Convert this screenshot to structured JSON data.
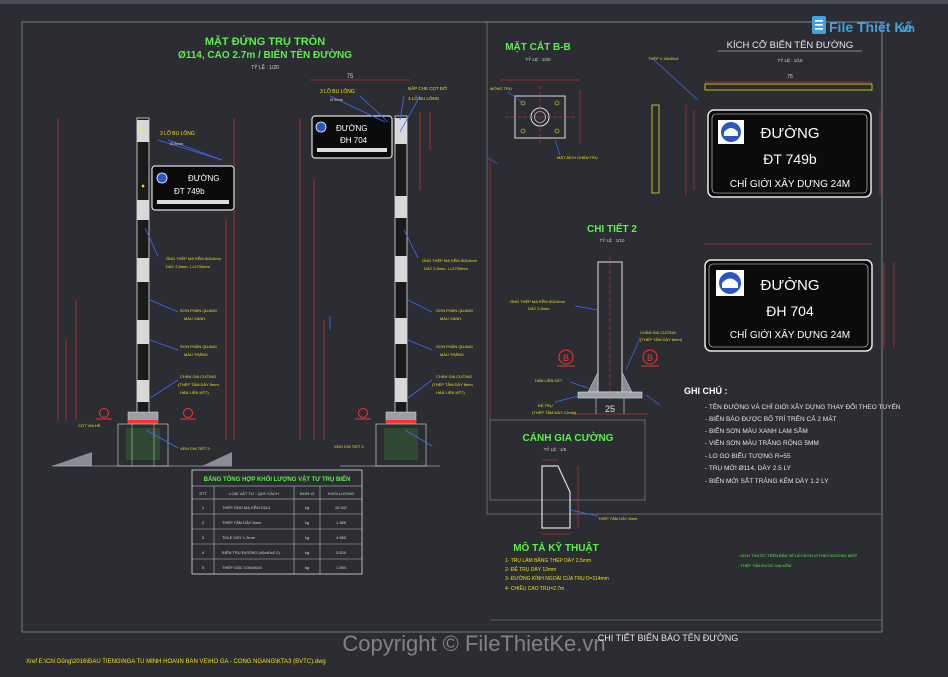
{
  "logo": {
    "brand": "File Thiết Kế",
    "domain": ".vn"
  },
  "watermark": "Copyright © FileThietKe.vn",
  "elevation": {
    "title_line1": "MẶT ĐỨNG TRỤ TRÒN",
    "title_line2": "Ø114, CAO 2.7m / BIỂN TÊN ĐƯỜNG",
    "scale": "TỶ LỆ : 1/20",
    "bolt_note": "3 LỖ BU LÔNG",
    "bolt_sub": "Ø 8mm",
    "cap_note": "NẮP CHE CỌT ĐỠ",
    "pipe_note": "ỐNG THÉP MẠ KẼM Ø114mm",
    "pipe_sub": "DÀY 2,5mm, L=2700mm",
    "paint_blue": "SƠN PHẢN QUANG",
    "paint_blue_sub": "MÀU XANH",
    "paint_white": "SƠN PHẢN QUANG",
    "paint_white_sub": "MÀU TRẮNG",
    "stiffener": "CHÂN GIA CƯỜNG",
    "stiffener_sub1": "(THÉP TẤM DÀY 6mm",
    "stiffener_sub2": "HÀN LIÊN KẾT)",
    "detail_ref": "XEM CHI TIẾT 3",
    "sidewalk": "CỐT VỈA HÈ",
    "dim_top": "75"
  },
  "sign_small_1": {
    "road": "ĐƯỜNG",
    "name": "ĐT 749b"
  },
  "sign_small_2": {
    "road": "ĐƯỜNG",
    "name": "ĐH 704"
  },
  "section_bb": {
    "title": "MẶT CẮT B-B",
    "scale": "TỶ LỆ : 1/20",
    "label_pipe": "MÓNG TRỤ",
    "label_plate": "MẶT BÍCH CHÂN TRỤ"
  },
  "detail_2": {
    "title": "CHI TIẾT 2",
    "scale": "TỶ LỆ : 1/10",
    "pipe_note": "ỐNG THÉP MẠ KẼM Ø114mm",
    "pipe_sub": "DÀY 2,5mm",
    "stiff_note": "CHÂN GIA CƯỜNG",
    "stiff_sub": "(THÉP TẤM DÀY 6mm)",
    "weld": "HÀN LIÊN KẾT",
    "plate": "ĐẾ TRỤ",
    "plate_sub": "(THÉP TẤM DÀY 12mm)",
    "marker": "B",
    "dim": "25"
  },
  "stiffener_detail": {
    "title": "CÁNH GIA CƯỜNG",
    "scale": "TỶ LỆ : 1/5",
    "label": "THÉP TẤM DÀY 6mm"
  },
  "tech_desc": {
    "title": "MÔ TẢ KỸ THUẬT",
    "items": [
      "1- TRỤ LÀM BẰNG THÉP DÀY 2.5mm",
      "2- ĐẾ TRỤ DÀY 12mm",
      "3- ĐƯỜNG KÍNH NGOÀI CỦA TRỤ D=114mm",
      "4- CHIỀU CAO TRỤ=2.7m"
    ]
  },
  "sign_sizes": {
    "title": "KÍCH CỠ BIỂN TÊN ĐƯỜNG",
    "scale": "TỶ LỆ : 1/10",
    "top_note": "THÉP V 40x40x4",
    "width_dim": "75"
  },
  "sign_large_1": {
    "road": "ĐƯỜNG",
    "name": "ĐT 749b",
    "boundary": "CHỈ GIỚI XÂY DỰNG 24M"
  },
  "sign_large_2": {
    "road": "ĐƯỜNG",
    "name": "ĐH 704",
    "boundary": "CHỈ GIỚI XÂY DỰNG 24M"
  },
  "notes": {
    "title": "GHI CHÚ :",
    "items": [
      "- TÊN ĐƯỜNG VÀ CHỈ GIỚI XÂY DỰNG THAY ĐỔI THEO TUYẾN",
      "- BIỂN BÁO ĐƯỢC BỐ TRÍ TRÊN CẢ 2 MẶT",
      "- BIỂN SƠN MÀU XANH LAM SẪM",
      "- VIỀN SƠN MÀU TRẮNG RỘNG 5MM",
      "- LO GO BIỂU TƯỢNG R=55",
      "- TRỤ MỚI Ø114, DÀY 2.5 LY",
      "- BIỂN MỚI SẮT TRÁNG KẼM DÀY 1.2 LY"
    ]
  },
  "legend_small": {
    "items": [
      "- KÍCH THƯỚC TRÊN BẢN VẼ LẤY ĐƠN VỊ THEO ĐƯỜNG MỚP",
      "- THÉP TẤM ĐƯỢC MẠ KẼM"
    ]
  },
  "table": {
    "title": "BẢNG TỔNG HỢP KHỐI LƯỢNG VẬT TƯ TRỤ BIỂN",
    "headers": [
      "STT",
      "LOẠI VẬT TƯ - QUY CÁCH",
      "ĐƠN VỊ",
      "KHỐI LƯỢNG"
    ],
    "rows": [
      [
        "1",
        "THÉP ỐNG MẠ KẼM D114",
        "kg",
        "15.347"
      ],
      [
        "2",
        "THÉP TẤM DÀY 6mm",
        "kg",
        "1.385"
      ],
      [
        "3",
        "TOLE DÀY 1.2mm",
        "kg",
        "4.950"
      ],
      [
        "4",
        "BIÊN TRỤ ĐƯỜNG (40x40x2.2)",
        "kg",
        "3.520"
      ],
      [
        "5",
        "THÉP GÓC V30x30x3",
        "kg",
        "1.564"
      ]
    ]
  },
  "bottom_title": "CHI TIẾT BIỂN BÁO TÊN ĐƯỜNG",
  "file_path": "Xref E:\\Chí Dũng\\2016\\ĐAU TIENG\\NGA TU MINH HOA\\IN BAN VE\\HO GA - CONG NGANG\\KTA3 (BVTC).dwg",
  "colors": {
    "background": "#2b2d33",
    "title_green": "#5cf04a",
    "leader_blue": "#3b6cff",
    "red": "#ff3030",
    "sign_fill": "#0b0b0b",
    "logo_blue": "#2a55c8"
  }
}
